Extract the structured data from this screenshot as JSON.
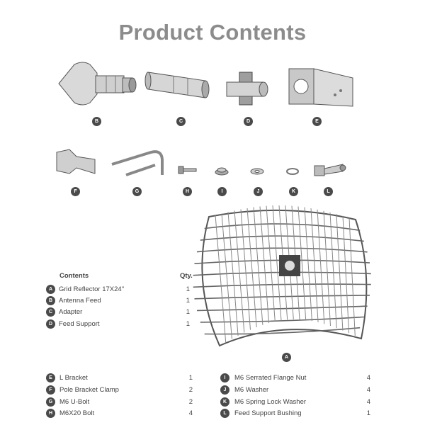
{
  "title": "Product Contents",
  "table": {
    "header_contents": "Contents",
    "header_qty": "Qty."
  },
  "items": [
    {
      "letter": "A",
      "name": "Grid Reflector 17X24\"",
      "qty": "1"
    },
    {
      "letter": "B",
      "name": "Antenna Feed",
      "qty": "1"
    },
    {
      "letter": "C",
      "name": "Adapter",
      "qty": "1"
    },
    {
      "letter": "D",
      "name": "Feed Support",
      "qty": "1"
    },
    {
      "letter": "E",
      "name": "L Bracket",
      "qty": "1"
    },
    {
      "letter": "F",
      "name": "Pole Bracket Clamp",
      "qty": "2"
    },
    {
      "letter": "G",
      "name": "M6 U-Bolt",
      "qty": "2"
    },
    {
      "letter": "H",
      "name": "M6X20 Bolt",
      "qty": "4"
    },
    {
      "letter": "I",
      "name": "M6 Serrated Flange Nut",
      "qty": "4"
    },
    {
      "letter": "J",
      "name": "M6 Washer",
      "qty": "4"
    },
    {
      "letter": "K",
      "name": "M6 Spring Lock Washer",
      "qty": "4"
    },
    {
      "letter": "L",
      "name": "Feed Support Bushing",
      "qty": "1"
    }
  ],
  "colors": {
    "title": "#8c8c8c",
    "badge": "#4a4a4a",
    "line": "#555555"
  }
}
